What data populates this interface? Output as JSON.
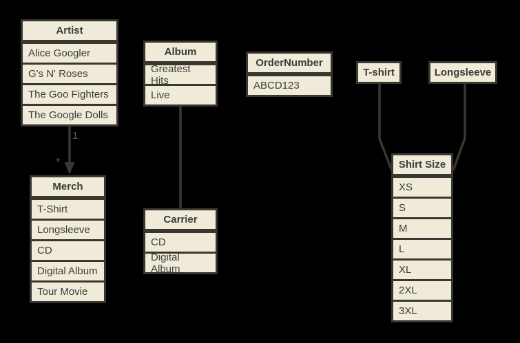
{
  "colors": {
    "box_fill": "#f0ebd8",
    "line": "#3a3733",
    "text": "#3b3b39",
    "edge_label": "#55534d",
    "background": "#000000"
  },
  "entities": {
    "artist": {
      "title": "Artist",
      "rows": [
        "Alice Googler",
        "G's N' Roses",
        "The Goo Fighters",
        "The Google Dolls"
      ]
    },
    "album": {
      "title": "Album",
      "rows": [
        "Greatest Hits",
        "Live"
      ]
    },
    "order_number": {
      "title": "OrderNumber",
      "rows": [
        "ABCD123"
      ]
    },
    "tshirt": {
      "title": "T-shirt",
      "rows": []
    },
    "longsleeve": {
      "title": "Longsleeve",
      "rows": []
    },
    "merch": {
      "title": "Merch",
      "rows": [
        "T-Shirt",
        "Longsleeve",
        "CD",
        "Digital Album",
        "Tour Movie"
      ]
    },
    "carrier": {
      "title": "Carrier",
      "rows": [
        "CD",
        "Digital Album"
      ]
    },
    "shirt_size": {
      "title": "Shirt Size",
      "rows": [
        "XS",
        "S",
        "M",
        "L",
        "XL",
        "2XL",
        "3XL"
      ]
    }
  },
  "edges": {
    "artist_to_merch": {
      "from": "Artist",
      "to": "Merch",
      "source_multiplicity": "1",
      "target_multiplicity": "*"
    },
    "album_to_carrier": {
      "from": "Album",
      "to": "Carrier"
    },
    "tshirt_to_shirt_size": {
      "from": "T-shirt",
      "to": "Shirt Size"
    },
    "longsleeve_to_shirt_size": {
      "from": "Longsleeve",
      "to": "Shirt Size"
    }
  }
}
